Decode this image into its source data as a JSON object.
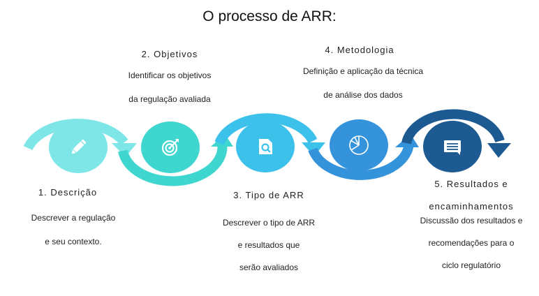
{
  "title": "O processo de ARR:",
  "steps": [
    {
      "label": "1.  Descrição",
      "description": [
        "Descrever  a regulação",
        "e seu contexto."
      ],
      "icon": "pencil-icon",
      "color": "#7ee6e6"
    },
    {
      "label": "2. Objetivos",
      "description": [
        "Identificar  os objetivos",
        "da regulação  avaliada"
      ],
      "icon": "target-icon",
      "color": "#40d6d0"
    },
    {
      "label": "3. Tipo de ARR",
      "description": [
        "Descrever  o tipo de ARR",
        "e resultados que",
        "serão avaliados"
      ],
      "icon": "document-search-icon",
      "color": "#3cc2ea"
    },
    {
      "label": "4. Metodologia",
      "description": [
        "Definição  e aplicação  da técnica",
        "de análise dos dados"
      ],
      "icon": "pie-chart-icon",
      "color": "#3593dc"
    },
    {
      "label": "5. Resultados e",
      "label2": "encaminhamentos",
      "description": [
        "Discussão dos resultados  e",
        "recomendações para o",
        "ciclo regulatório"
      ],
      "icon": "chat-message-icon",
      "color": "#1d5a92"
    }
  ]
}
